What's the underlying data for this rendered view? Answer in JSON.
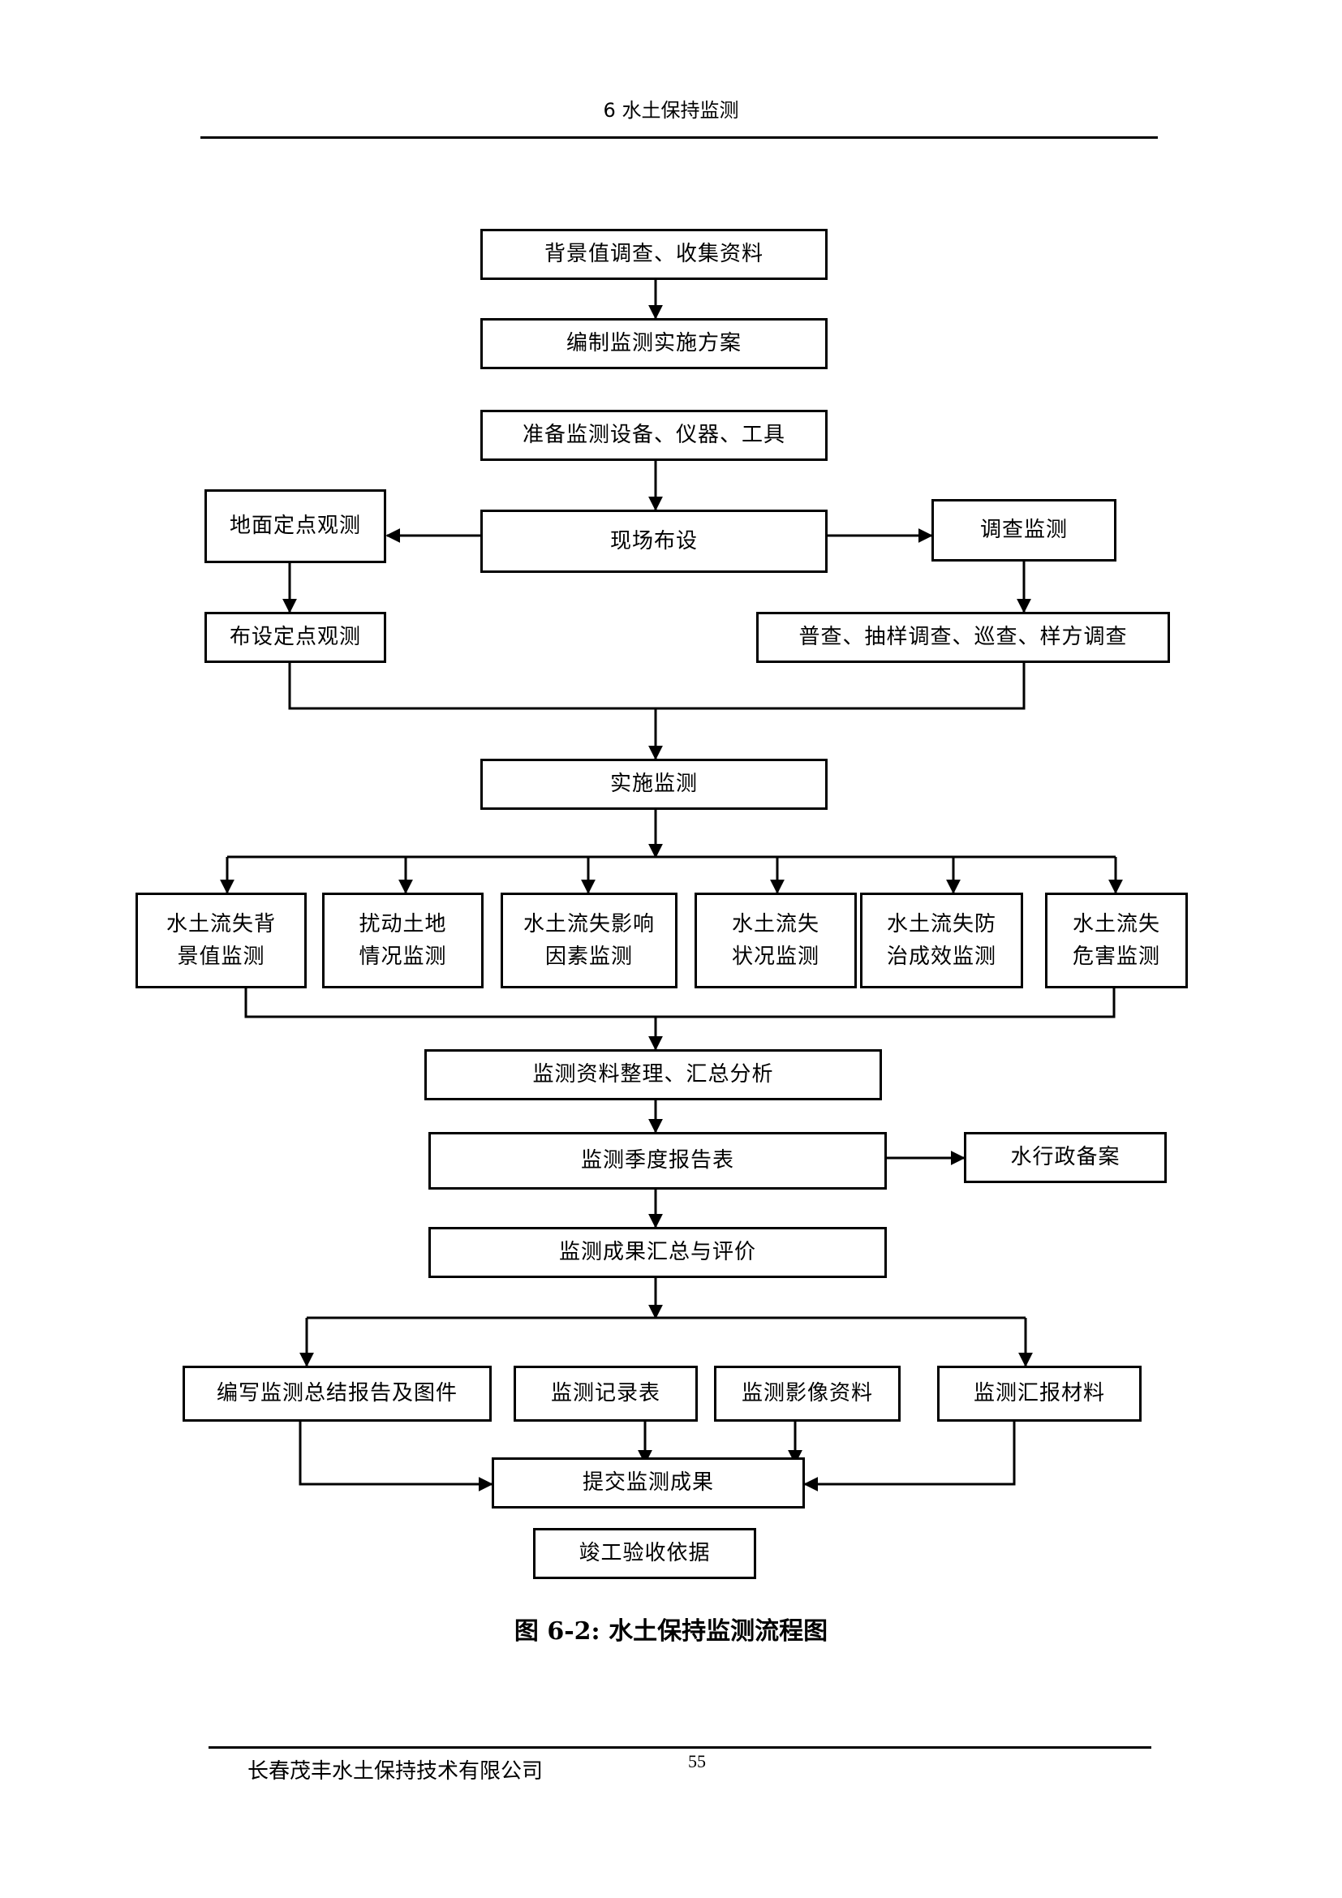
{
  "header": {
    "title": "6  水土保持监测"
  },
  "flow": {
    "step1": "背景值调查、收集资料",
    "step2": "编制监测实施方案",
    "step3": "准备监测设备、仪器、工具",
    "setup": "现场布设",
    "ground_obs": "地面定点观测",
    "ground_setup": "布设定点观测",
    "survey": "调查监测",
    "survey_methods": "普查、抽样调查、巡查、样方调查",
    "implement": "实施监测",
    "items": [
      {
        "l1": "水土流失背",
        "l2": "景值监测"
      },
      {
        "l1": "扰动土地",
        "l2": "情况监测"
      },
      {
        "l1": "水土流失影响",
        "l2": "因素监测"
      },
      {
        "l1": "水土流失",
        "l2": "状况监测"
      },
      {
        "l1": "水土流失防",
        "l2": "治成效监测"
      },
      {
        "l1": "水土流失",
        "l2": "危害监测"
      }
    ],
    "organize": "监测资料整理、汇总分析",
    "quarterly": "监测季度报告表",
    "filing": "水行政备案",
    "summary": "监测成果汇总与评价",
    "outputs": [
      "编写监测总结报告及图件",
      "监测记录表",
      "监测影像资料",
      "监测汇报材料"
    ],
    "submit": "提交监测成果",
    "acceptance": "竣工验收依据"
  },
  "caption": "图 6-2:  水土保持监测流程图",
  "footer": {
    "company": "长春茂丰水土保持技术有限公司",
    "page": "55"
  }
}
